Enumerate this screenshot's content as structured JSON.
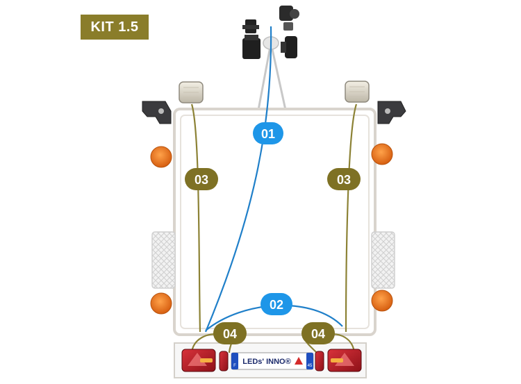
{
  "header": {
    "kit_label": "KIT 1.5"
  },
  "colors": {
    "badge_bg": "#8a7d2a",
    "olive": "#7e7124",
    "blue": "#1e96e8",
    "cable_blue": "#1f7fc9",
    "cable_olive": "#8c8235",
    "frame": "#d9d4cd",
    "amber": "#e8701a",
    "red_light": "#b8222a"
  },
  "callouts": {
    "c01": "01",
    "c02": "02",
    "c03_left": "03",
    "c03_right": "03",
    "c04_left": "04",
    "c04_right": "04"
  },
  "plate": {
    "brand_text": "LEDs' INNO®",
    "country_code": "F",
    "dept_number": "45"
  },
  "icons": [
    "connector-plug-icon",
    "socket-adapter-icon",
    "work-lamp-icon",
    "mounting-bracket-icon",
    "amber-side-marker-icon",
    "reflector-panel-icon",
    "rear-combination-light-icon",
    "license-plate-icon"
  ]
}
